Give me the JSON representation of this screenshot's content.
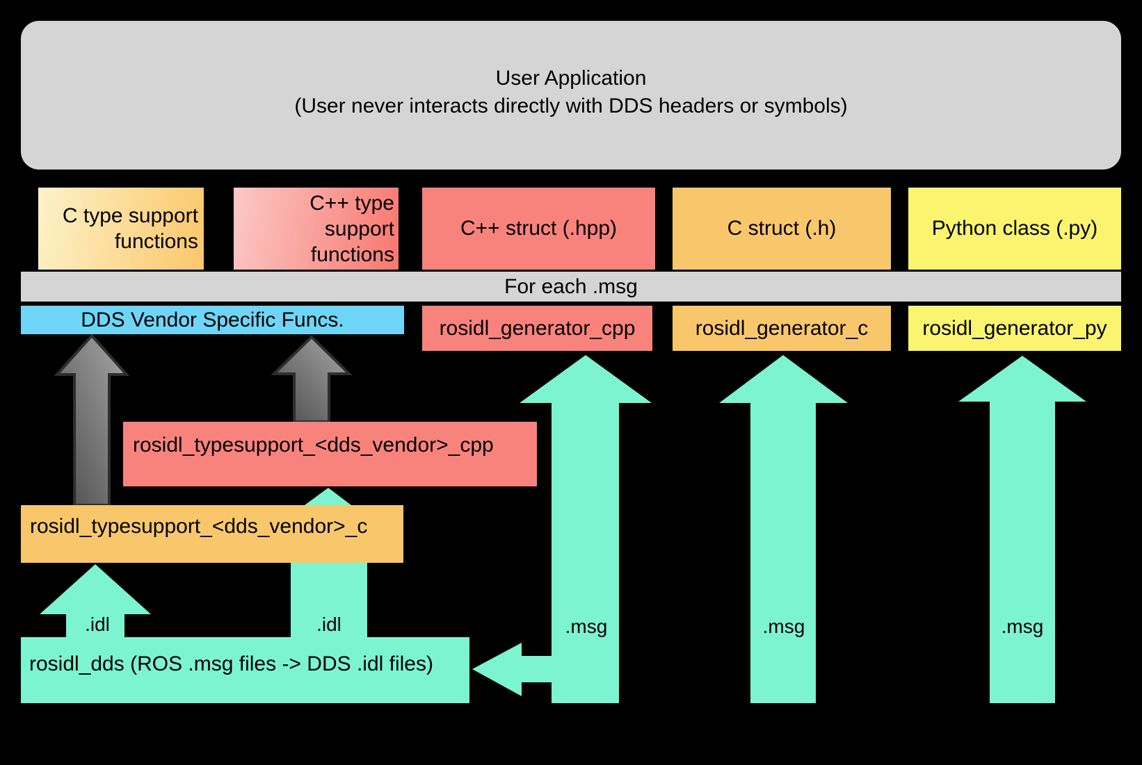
{
  "colors": {
    "background": "#000000",
    "panel_gray": "#d5d5d5",
    "red": "#f8837c",
    "orange": "#f9c76b",
    "yellow": "#faf46f",
    "blue": "#6fd5f7",
    "teal": "#7bf4cf",
    "box_a_grad_start": "#fdf2c9",
    "box_a_grad_end": "#fac76a",
    "box_b_grad_start": "#fcc9c6",
    "box_b_grad_end": "#f8776f",
    "arrow_gray_dark": "#4a4a4a",
    "arrow_gray_light": "#a8a8a8",
    "arrow_gray_outline": "#2e2e2e",
    "text": "#000000"
  },
  "user_application": {
    "line1": "User Application",
    "line2": "(User never interacts directly with DDS headers or symbols)"
  },
  "artifact_row": {
    "c_type_support": "C type support\nfunctions",
    "cpp_type_support": "C++ type\nsupport\nfunctions",
    "cpp_struct": "C++ struct (.hpp)",
    "c_struct": "C struct (.h)",
    "python_class": "Python class (.py)"
  },
  "for_each_bar": {
    "label": "For each .msg"
  },
  "generator_row": {
    "dds_vendor_funcs": "DDS Vendor Specific Funcs.",
    "rosidl_generator_cpp": "rosidl_generator_cpp",
    "rosidl_generator_c": "rosidl_generator_c",
    "rosidl_generator_py": "rosidl_generator_py"
  },
  "typesupport": {
    "cpp": "rosidl_typesupport_<dds_vendor>_cpp",
    "c": "rosidl_typesupport_<dds_vendor>_c"
  },
  "rosidl_dds": {
    "label": "rosidl_dds (ROS .msg files -> DDS .idl files)"
  },
  "arrow_labels": {
    "idl_left": ".idl",
    "idl_right": ".idl",
    "msg_cpp": ".msg",
    "msg_c": ".msg",
    "msg_py": ".msg"
  }
}
